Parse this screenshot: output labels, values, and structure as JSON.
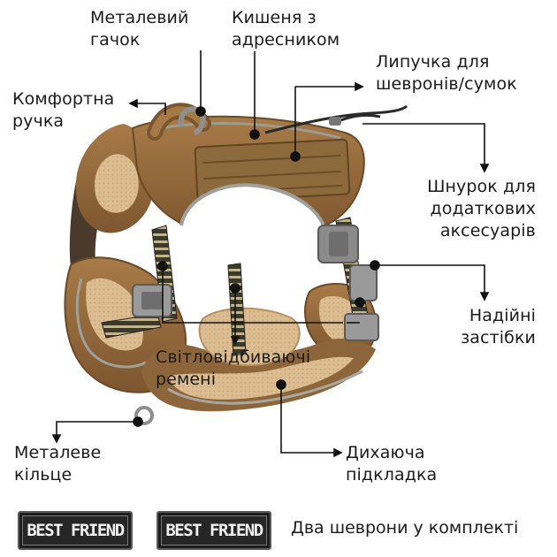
{
  "callouts": {
    "metal_hook": [
      "Металевий",
      "гачок"
    ],
    "pocket": [
      "Кишеня з",
      "адресником"
    ],
    "velcro": [
      "Липучка для",
      "шевронів/сумок"
    ],
    "handle": [
      "Комфортна",
      "ручка"
    ],
    "cord": [
      "Шнурок для",
      "додаткових",
      "аксесуарів"
    ],
    "buckles": [
      "Надійні",
      "застібки"
    ],
    "reflective": [
      "Світловідбиваючі",
      "ремені"
    ],
    "metal_ring": [
      "Металеве",
      "кільце"
    ],
    "lining": [
      "Дихаюча",
      "підкладка"
    ]
  },
  "patches": [
    "BEST FRIEND",
    "BEST FRIEND"
  ],
  "caption": "Два шеврони у комплекті",
  "colors": {
    "harness": "#9a6f3f",
    "harness_dark": "#6f4e2b",
    "padding": "#d9b98c",
    "reflective": "#b9b9a8",
    "buckle": "#8a8a8a",
    "line": "#111111"
  }
}
